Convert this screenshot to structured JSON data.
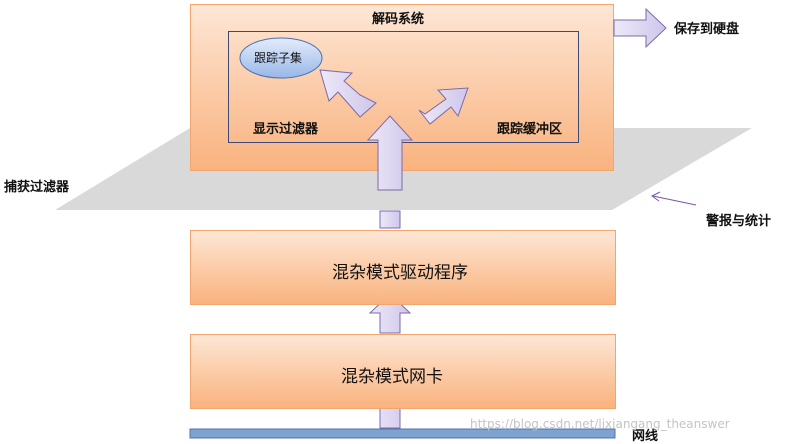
{
  "diagram": {
    "decode_system": "解码系统",
    "tracking_subset": "跟踪子集",
    "display_filter": "显示过滤器",
    "tracking_buffer": "跟踪缓冲区",
    "save_to_disk": "保存到硬盘",
    "capture_filter": "捕获过滤器",
    "alert_and_stats": "警报与统计",
    "promiscuous_driver": "混杂模式驱动程序",
    "promiscuous_nic": "混杂模式网卡",
    "network": "网线"
  },
  "watermark": "https://blog.csdn.net/lixiangang_theanswer",
  "colors": {
    "box_border": "#f2a66c",
    "arrow_fill": "#d9d3ee",
    "arrow_stroke": "#7c6aa8",
    "plane": "#d9d9d9",
    "network_bar": "#7fa3d1"
  }
}
